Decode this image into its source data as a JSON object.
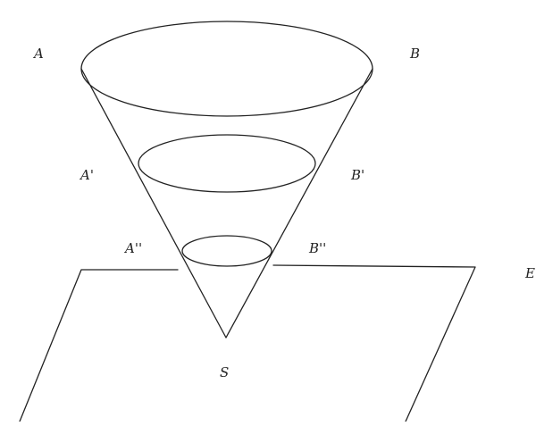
{
  "labels": {
    "A": "A",
    "B": "B",
    "A1": "A'",
    "B1": "B'",
    "A2": "A''",
    "B2": "B''",
    "E": "E",
    "S": "S"
  },
  "colors": {
    "stroke": "#222222",
    "background": "#ffffff"
  }
}
